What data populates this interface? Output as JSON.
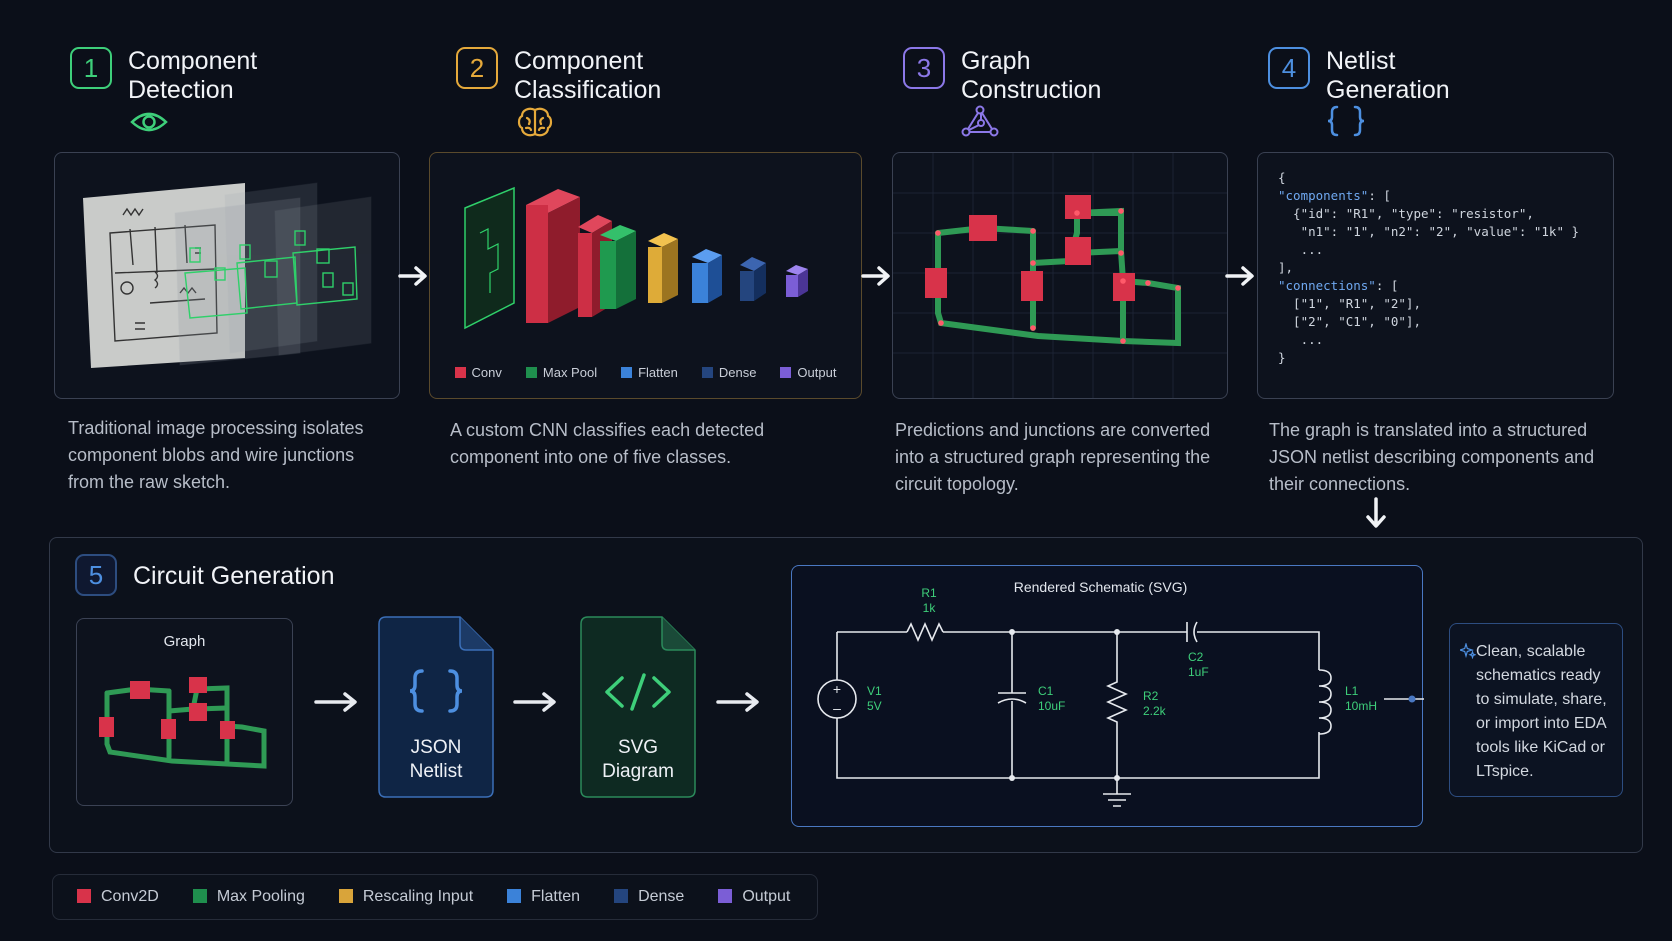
{
  "stages": [
    {
      "number": "1",
      "title": "Component\nDetection",
      "color": "#3ecf7a",
      "icon": "eye-icon",
      "description": "Traditional image processing isolates component blobs and wire junctions from the raw sketch."
    },
    {
      "number": "2",
      "title": "Component\nClassification",
      "color": "#e5a93b",
      "icon": "brain-icon",
      "description": "A custom CNN classifies each detected component into one of five classes."
    },
    {
      "number": "3",
      "title": "Graph\nConstruction",
      "color": "#8c78e8",
      "icon": "graph-icon",
      "description": "Predictions and junctions are converted into a structured graph representing the circuit topology."
    },
    {
      "number": "4",
      "title": "Netlist\nGeneration",
      "color": "#4d8fe0",
      "icon": "braces-icon",
      "description": "The graph is translated into a structured JSON netlist describing components and their connections."
    }
  ],
  "cnn_legend": [
    "Conv",
    "Max Pool",
    "Flatten",
    "Dense",
    "Output"
  ],
  "netlist_code": {
    "line1": "{",
    "line2_key": "\"components\"",
    "line2_rest": ": [",
    "line3": "  {\"id\": \"R1\", \"type\": \"resistor\",",
    "line4": "   \"n1\": \"1\", \"n2\": \"2\", \"value\": \"1k\" }",
    "line5": "   ...",
    "line6": "],",
    "line7_key": "\"connections\"",
    "line7_rest": ": [",
    "line8": "  [\"1\", \"R1\", \"2\"],",
    "line9": "  [\"2\", \"C1\", \"0\"],",
    "line10": "   ...",
    "line11": "}"
  },
  "section5": {
    "number": "5",
    "title": "Circuit Generation",
    "graph_label": "Graph",
    "json_label": "JSON\nNetlist",
    "svg_label": "SVG\nDiagram",
    "schematic_title": "Rendered Schematic (SVG)",
    "components": {
      "r1_name": "R1",
      "r1_value": "1k",
      "c1_name": "C1",
      "c1_value": "10uF",
      "r2_name": "R2",
      "r2_value": "2.2k",
      "c2_name": "C2",
      "c2_value": "1uF",
      "l1_name": "L1",
      "l1_value": "10mH",
      "v1_name": "V1",
      "v1_value": "5V"
    },
    "note": "Clean, scalable schematics ready to simulate, share, or import into EDA tools like KiCad or LTspice."
  },
  "legend": [
    {
      "label": "Conv2D",
      "color": "#d8334a"
    },
    {
      "label": "Max Pooling",
      "color": "#1f8f4e"
    },
    {
      "label": "Rescaling Input",
      "color": "#d9a43a"
    },
    {
      "label": "Flatten",
      "color": "#3b82d9"
    },
    {
      "label": "Dense",
      "color": "#24457e"
    },
    {
      "label": "Output",
      "color": "#7b5ed6"
    }
  ],
  "colors": {
    "background": "#0b0f19",
    "accent_blue": "#4a78c2",
    "wire_green": "#2f9a55",
    "component_red": "#d8334a"
  }
}
